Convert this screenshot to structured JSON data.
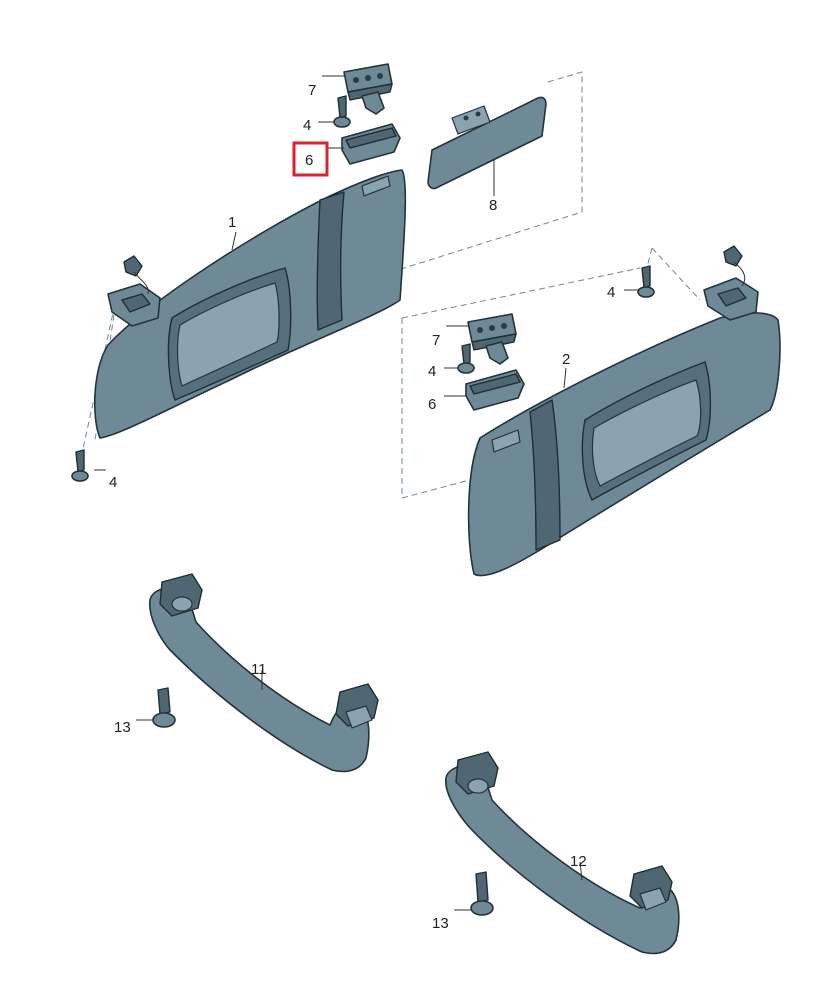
{
  "diagram": {
    "colors": {
      "part_fill": "#6f8a97",
      "outline": "#24333b",
      "highlight": "#d9232d",
      "background": "#ffffff"
    },
    "highlighted_label": "6",
    "callouts": {
      "c7a": "7",
      "c4a": "4",
      "c6a": "6",
      "c8": "8",
      "c1": "1",
      "c4b": "4",
      "c4c": "4",
      "c7b": "7",
      "c4d": "4",
      "c6b": "6",
      "c2": "2",
      "c11": "11",
      "c13a": "13",
      "c12": "12",
      "c13b": "13"
    }
  }
}
